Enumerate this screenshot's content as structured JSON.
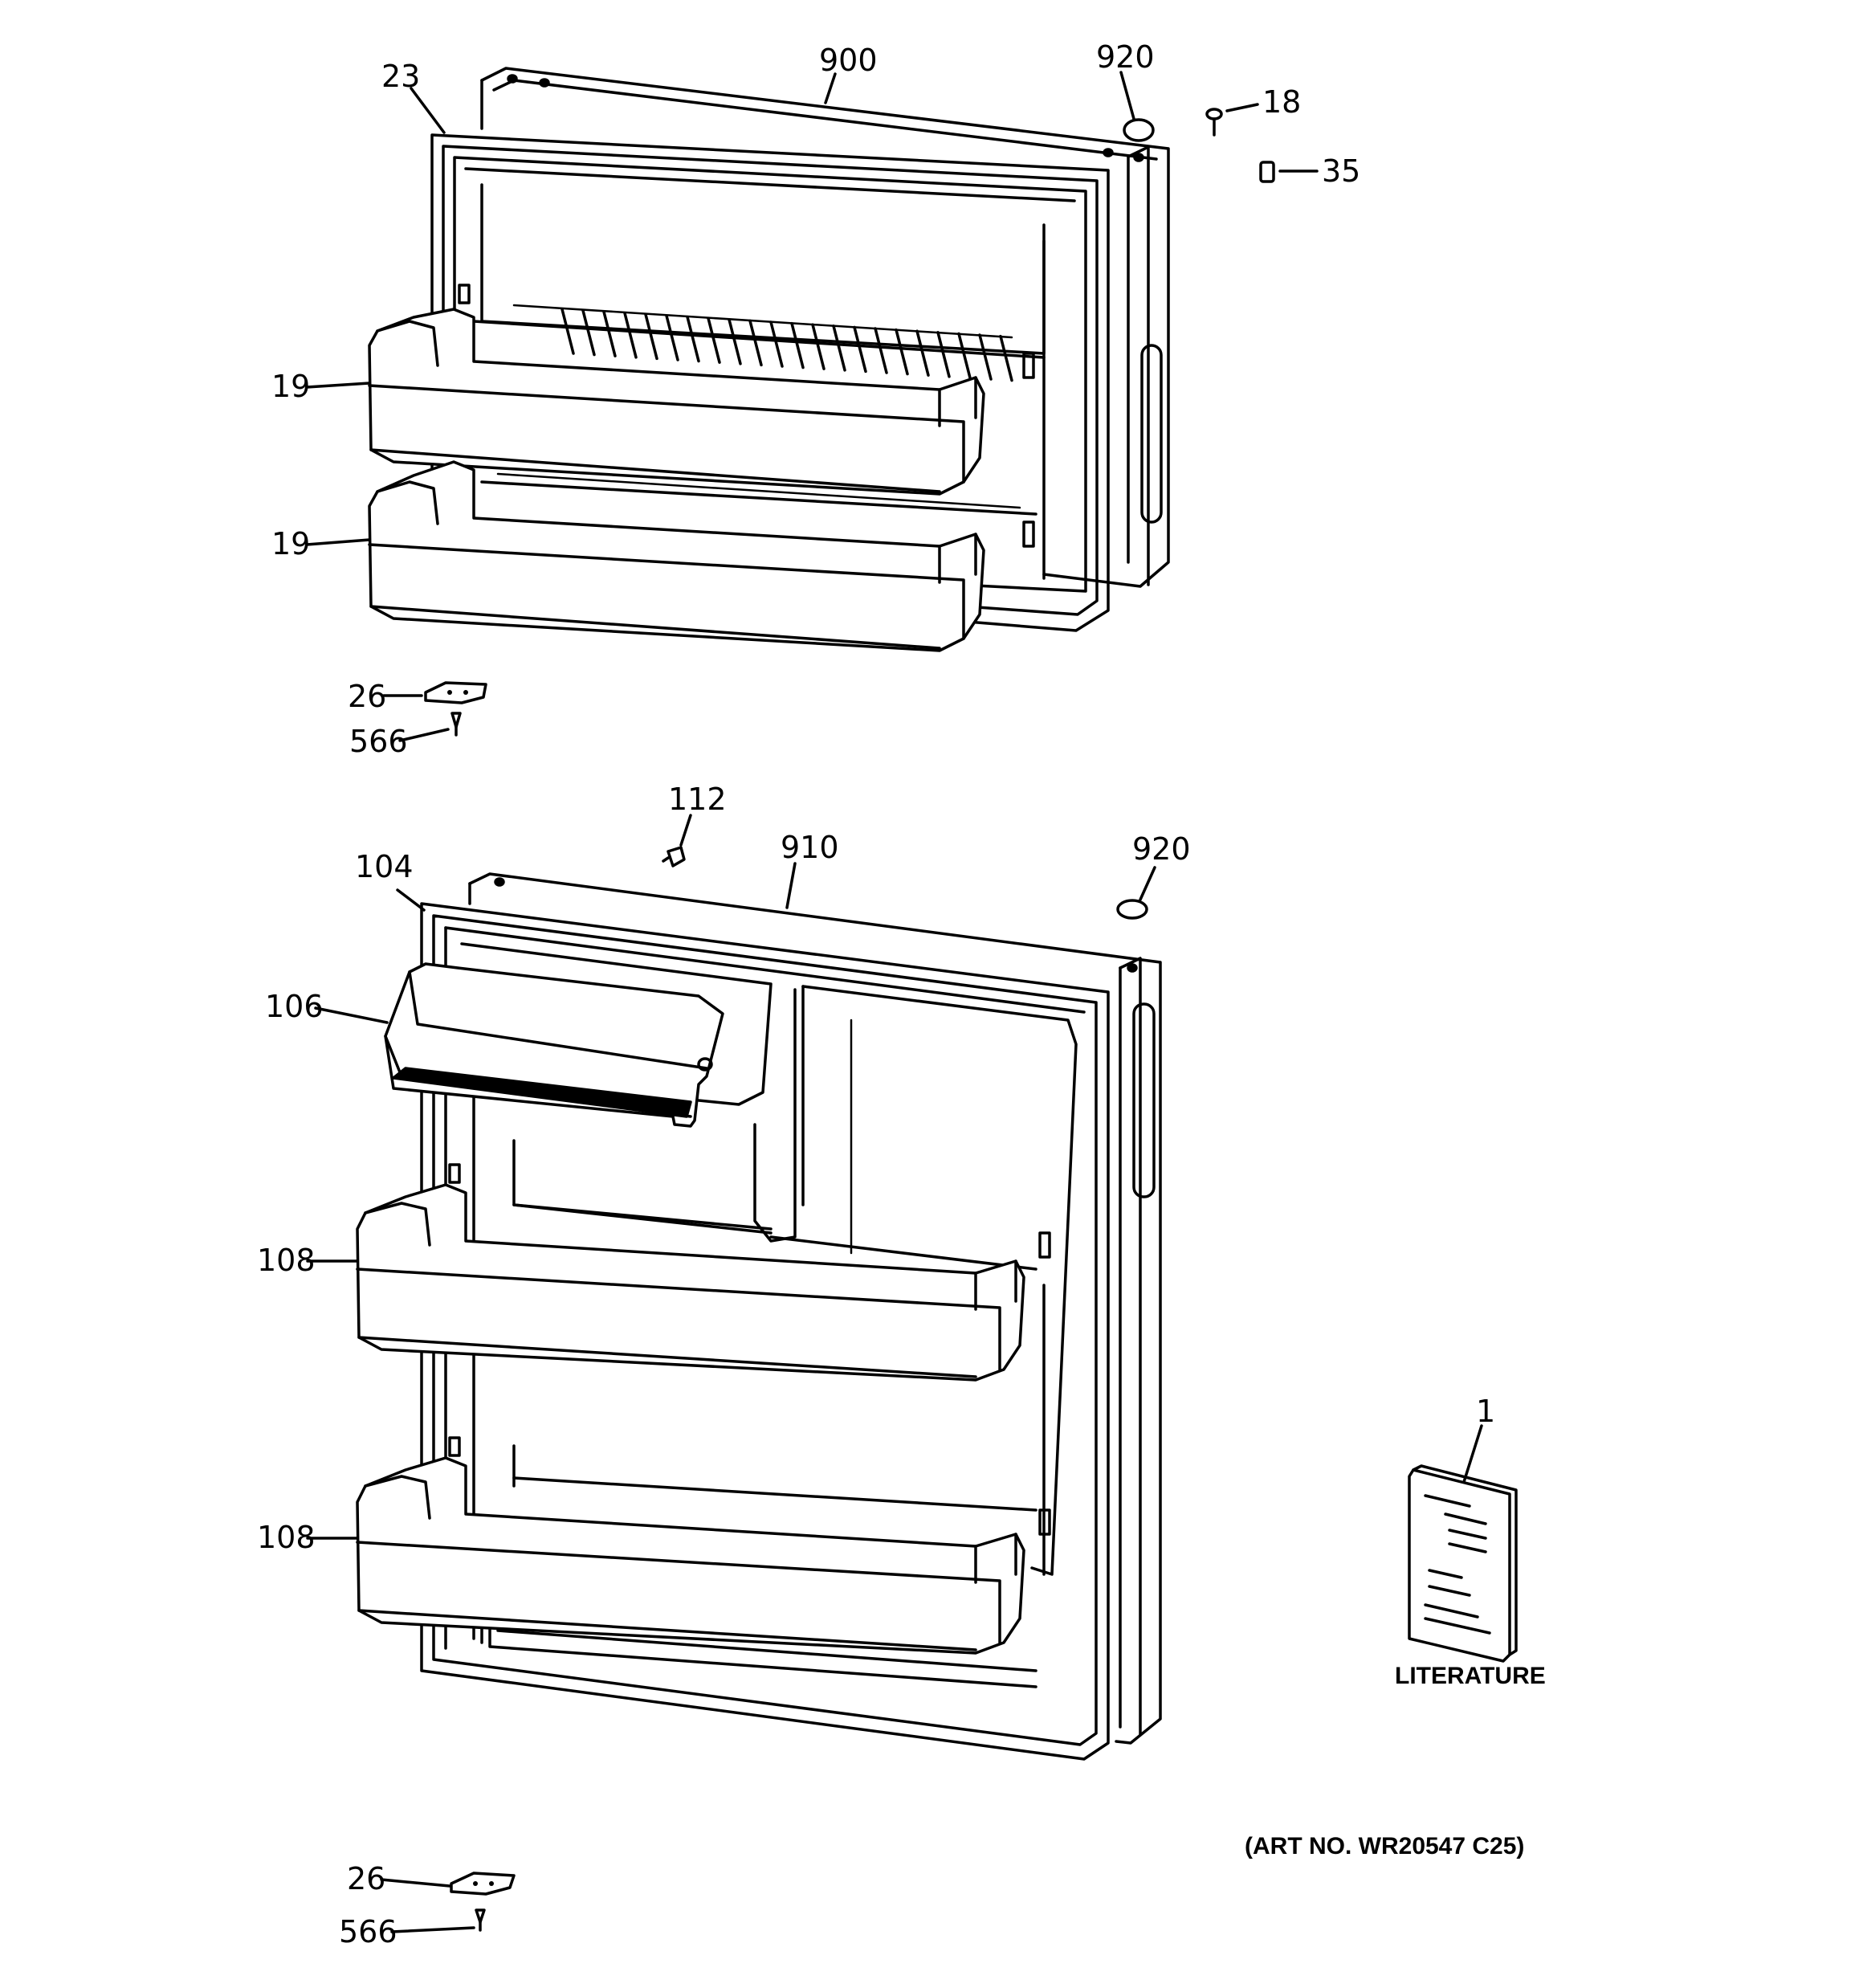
{
  "callouts": {
    "c23": "23",
    "c900": "900",
    "c920a": "920",
    "c18": "18",
    "c35": "35",
    "c19a": "19",
    "c19b": "19",
    "c26a": "26",
    "c566a": "566",
    "c112": "112",
    "c910": "910",
    "c920b": "920",
    "c104": "104",
    "c106": "106",
    "c108a": "108",
    "c108b": "108",
    "c1": "1",
    "c26b": "26",
    "c566b": "566"
  },
  "literature_label": "LITERATURE",
  "art_number": "(ART NO. WR20547 C25)"
}
